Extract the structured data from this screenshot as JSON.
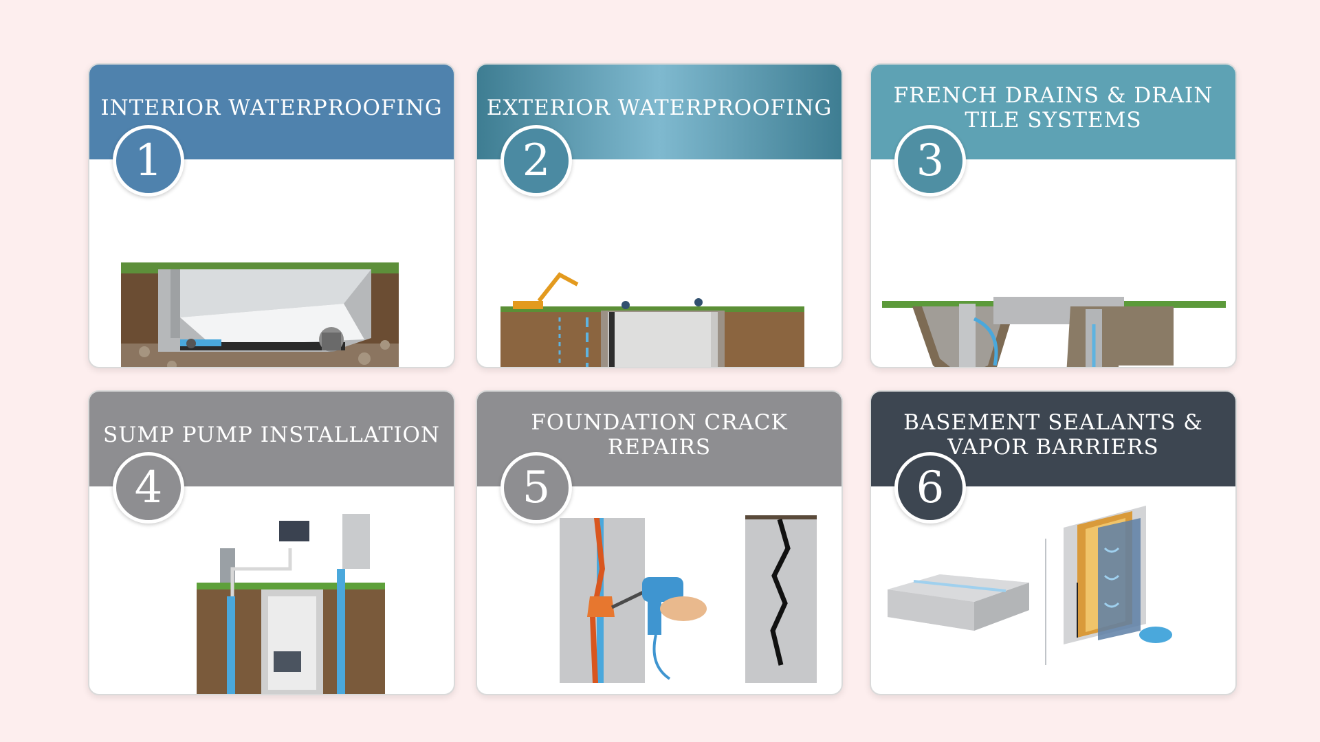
{
  "cards": [
    {
      "number": "1",
      "title": "Interior Waterproofing",
      "color": "#4f82ad"
    },
    {
      "number": "2",
      "title": "Exterior Waterproofing",
      "color": "#3f7f98"
    },
    {
      "number": "3",
      "title": "French Drains & Drain Tile Systems",
      "color": "#5ea2b4"
    },
    {
      "number": "4",
      "title": "Sump Pump Installation",
      "color": "#8e8e91"
    },
    {
      "number": "5",
      "title": "Foundation Crack Repairs",
      "color": "#8e8e91"
    },
    {
      "number": "6",
      "title": "Basement Sealants & Vapor Barriers",
      "color": "#3d4651"
    }
  ],
  "icons": {
    "card1": "basement-membrane-illustration",
    "card2": "excavation-illustration",
    "card3": "french-drain-illustration",
    "card4": "sump-pump-illustration",
    "card5": "crack-injection-illustration",
    "card6": "vapor-barrier-illustration"
  }
}
